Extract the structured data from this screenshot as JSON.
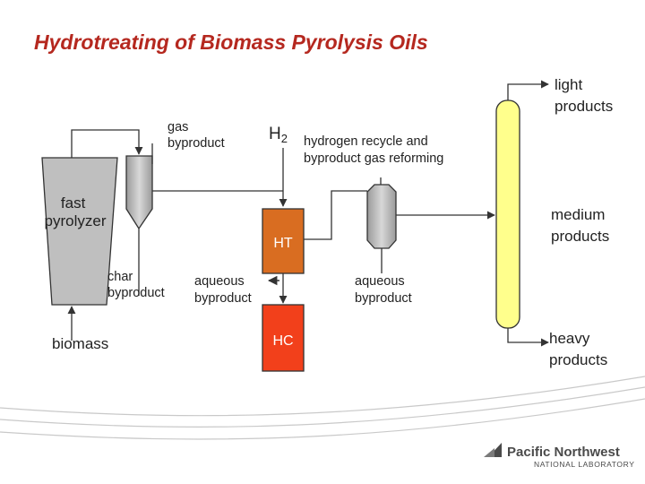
{
  "title": "Hydrotreating of Biomass Pyrolysis Oils",
  "colors": {
    "title": "#b5281f",
    "ht_reactor": "#d96d21",
    "hc_reactor": "#f2401b",
    "column": "#ffff8c",
    "vessel": "#bfbfbf",
    "separator": "#8c8c8c"
  },
  "labels": {
    "gas_byproduct": [
      "gas",
      "byproduct"
    ],
    "h2_main": "H",
    "h2_sub": "2",
    "hydrogen_recycle": [
      "hydrogen recycle and",
      "byproduct gas reforming"
    ],
    "fast_pyrolyzer": [
      "fast",
      "pyrolyzer"
    ],
    "char_byproduct": [
      "char",
      "byproduct"
    ],
    "biomass": "biomass",
    "aqueous_left": [
      "aqueous",
      "byproduct"
    ],
    "aqueous_right": [
      "aqueous",
      "byproduct"
    ],
    "ht": "HT",
    "hc": "HC",
    "light_products": [
      "light",
      "products"
    ],
    "medium_products": [
      "medium",
      "products"
    ],
    "heavy_products": [
      "heavy",
      "products"
    ]
  },
  "logo": {
    "name": "Pacific Northwest",
    "sub": "NATIONAL LABORATORY"
  }
}
